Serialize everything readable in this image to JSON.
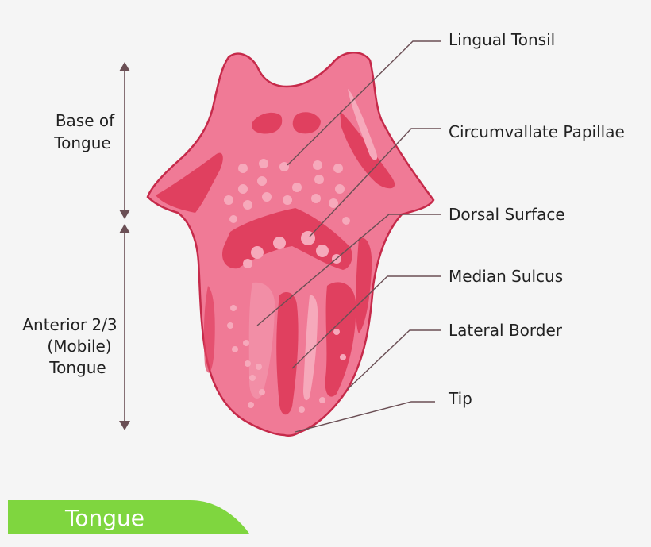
{
  "labels": {
    "lingual_tonsil": "Lingual Tonsil",
    "circumvallate_papillae": "Circumvallate Papillae",
    "dorsal_surface": "Dorsal Surface",
    "median_sulcus": "Median Sulcus",
    "lateral_border": "Lateral Border",
    "tip": "Tip"
  },
  "regions": {
    "base_line1": "Base of",
    "base_line2": "Tongue",
    "anterior_line1": "Anterior 2/3",
    "anterior_line2": "(Mobile)",
    "anterior_line3": "Tongue"
  },
  "banner": {
    "title": "Tongue"
  },
  "colors": {
    "tongue_fill": "#f07a96",
    "tongue_outline": "#c62a4a",
    "dark_region": "#e0405f",
    "papillae": "#f6a9bb",
    "banner": "#7fd63f",
    "leader": "#6b4f55"
  }
}
